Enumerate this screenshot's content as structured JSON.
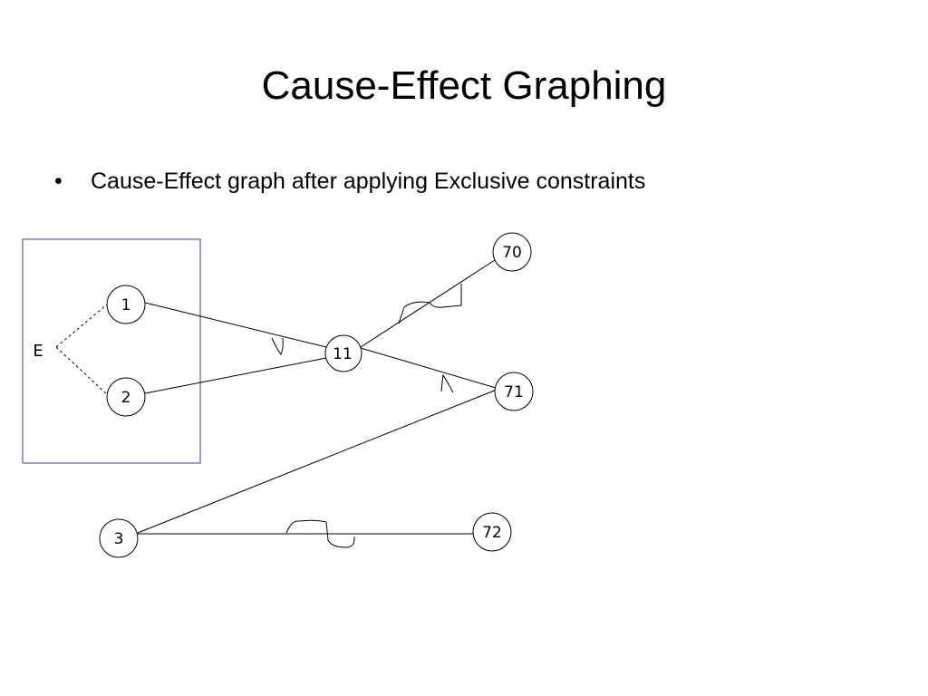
{
  "slide": {
    "title": "Cause-Effect Graphing",
    "bullet_symbol": "•",
    "bullet_text": "Cause-Effect graph after applying Exclusive constraints"
  },
  "diagram": {
    "constraint_label": "E",
    "nodes": {
      "c1": "1",
      "c2": "2",
      "c3": "3",
      "n11": "11",
      "e70": "70",
      "e71": "71",
      "e72": "72"
    }
  },
  "colors": {
    "constraint_box": "#3a3ab8",
    "line": "#000000"
  }
}
